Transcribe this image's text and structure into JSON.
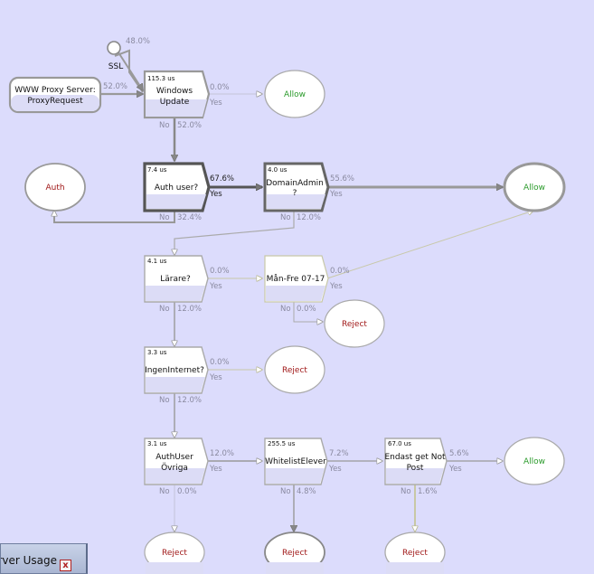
{
  "nodes": {
    "ssl": {
      "label": "SSL",
      "pct": "48.0%"
    },
    "proxy": {
      "label1": "WWW Proxy Server:",
      "label2": "ProxyRequest",
      "pct": "52.0%"
    },
    "winupdate": {
      "time": "115.3 us",
      "label1": "Windows",
      "label2": "Update",
      "yes_pct": "0.0%",
      "yes": "Yes",
      "no": "No",
      "no_pct": "52.0%"
    },
    "allow1": {
      "label": "Allow"
    },
    "authuser": {
      "time": "7.4 us",
      "label": "Auth user?",
      "yes_pct": "67.6%",
      "yes": "Yes",
      "no": "No",
      "no_pct": "32.4%"
    },
    "auth": {
      "label": "Auth"
    },
    "domainadmin": {
      "time": "4.0 us",
      "label1": "DomainAdmin",
      "label2": "?",
      "yes_pct": "55.6%",
      "yes": "Yes",
      "no": "No",
      "no_pct": "12.0%"
    },
    "allow2": {
      "label": "Allow"
    },
    "larare": {
      "time": "4.1 us",
      "label": "Lärare?",
      "yes_pct": "0.0%",
      "yes": "Yes",
      "no": "No",
      "no_pct": "12.0%"
    },
    "manfre": {
      "label": "Mån-Fre 07-17",
      "yes_pct": "0.0%",
      "yes": "Yes",
      "no": "No",
      "no_pct": "0.0%"
    },
    "reject1": {
      "label": "Reject"
    },
    "ingeninternet": {
      "time": "3.3 us",
      "label": "IngenInternet?",
      "yes_pct": "0.0%",
      "yes": "Yes",
      "no": "No",
      "no_pct": "12.0%"
    },
    "reject2": {
      "label": "Reject"
    },
    "authuserovriga": {
      "time": "3.1 us",
      "label1": "AuthUser",
      "label2": "Övriga",
      "yes_pct": "12.0%",
      "yes": "Yes",
      "no": "No",
      "no_pct": "0.0%"
    },
    "whitelist": {
      "time": "255.5 us",
      "label": "WhitelistElever",
      "yes_pct": "7.2%",
      "yes": "Yes",
      "no": "No",
      "no_pct": "4.8%"
    },
    "endast": {
      "time": "67.0 us",
      "label1": "Endast get Not",
      "label2": "Post",
      "yes_pct": "5.6%",
      "yes": "Yes",
      "no": "No",
      "no_pct": "1.6%"
    },
    "allow3": {
      "label": "Allow"
    },
    "reject3": {
      "label": "Reject"
    },
    "reject4": {
      "label": "Reject"
    },
    "reject5": {
      "label": "Reject"
    }
  },
  "window_tab": {
    "title": "Server Usage",
    "close": "x"
  }
}
